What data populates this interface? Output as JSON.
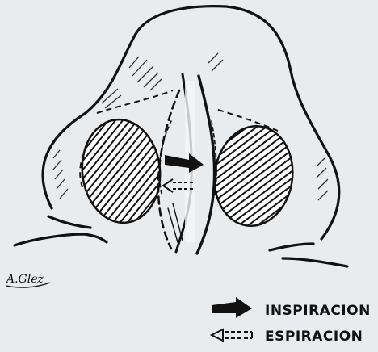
{
  "diagram": {
    "signature": "A.Glez",
    "legend": [
      {
        "key": "inspiracion",
        "label": "INSPIRACION",
        "arrow": "solid"
      },
      {
        "key": "espiracion",
        "label": "ESPIRACION",
        "arrow": "dashed"
      }
    ]
  },
  "colors": {
    "paper": "#e9ecee",
    "ink": "#111111"
  }
}
